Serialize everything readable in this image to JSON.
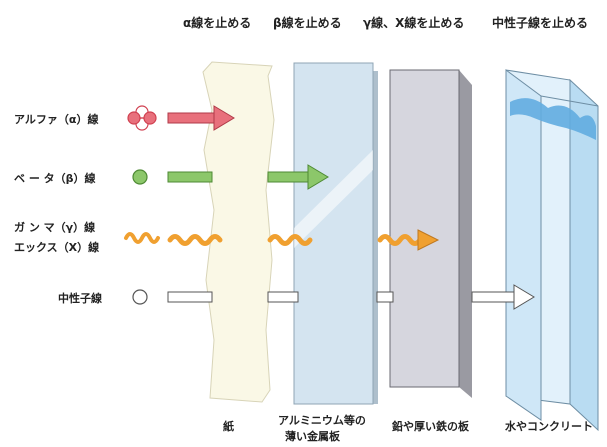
{
  "top_labels": {
    "alpha": "α線を止める",
    "beta": "β線を止める",
    "gamma": "γ線、X線を止める",
    "neutron": "中性子線を止める"
  },
  "ray_labels": {
    "alpha": "アルファ（α）線",
    "beta": "ベ ー タ（β）線",
    "gamma_line1": "ガ ン マ（γ）線",
    "gamma_line2": "エックス（X）線",
    "neutron": "中性子線"
  },
  "barrier_labels": {
    "paper": "紙",
    "aluminum_line1": "アルミニウム等の",
    "aluminum_line2": "薄い金属板",
    "lead": "鉛や厚い鉄の板",
    "water": "水やコンクリート"
  },
  "colors": {
    "alpha": "#e8707c",
    "beta": "#8cc76a",
    "gamma": "#f0a030",
    "neutron": "#ffffff",
    "paper": "#faf8e6",
    "aluminum": "#d4e4f0",
    "lead": "#d6d6de",
    "water": "#cfe7f7"
  }
}
